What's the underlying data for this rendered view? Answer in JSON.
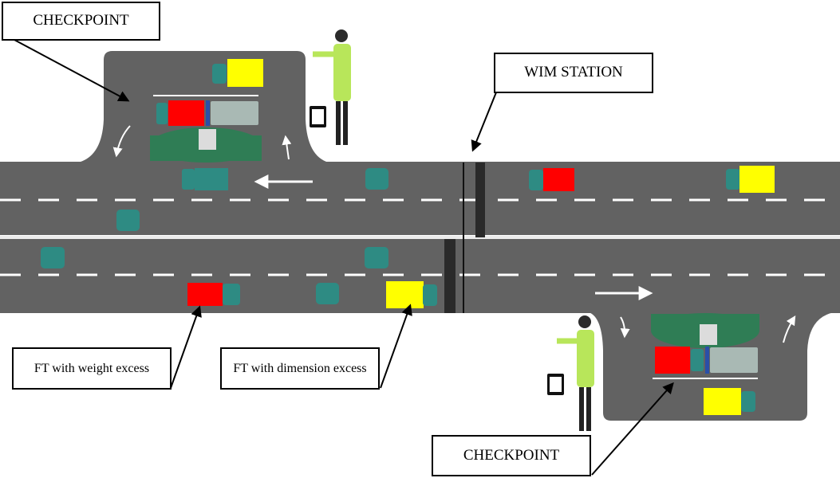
{
  "labels": {
    "checkpoint_top": "CHECKPOINT",
    "wim_station": "WIM STATION",
    "ft_weight": "FT with weight excess",
    "ft_dimension": "FT with dimension excess",
    "checkpoint_bottom": "CHECKPOINT"
  },
  "colors": {
    "road": "#626262",
    "lane_mark": "#ffffff",
    "cab": "#2e8b83",
    "weight_excess": "#ff0000",
    "dimension_excess": "#ffff00",
    "checkpoint_office": "#2f7d55",
    "wim_sensor": "#2a2a2a",
    "officer_vest": "#b8e65a"
  },
  "icons": [
    "inspector-figure",
    "tablet-icon",
    "truck-icon",
    "arrow-icon"
  ]
}
